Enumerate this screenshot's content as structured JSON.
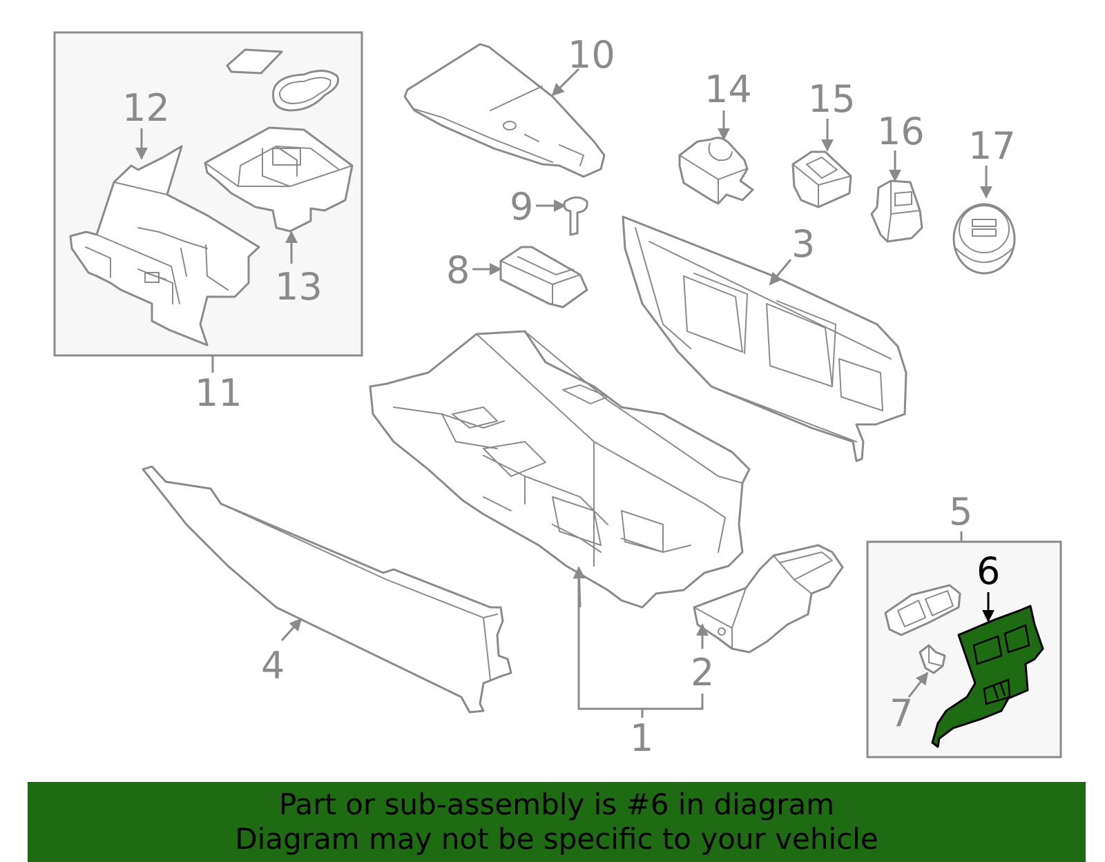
{
  "diagram": {
    "highlight_color": "#1e6b14",
    "line_color": "#8a8a8a",
    "callouts": {
      "c1": "1",
      "c2": "2",
      "c3": "3",
      "c4": "4",
      "c5": "5",
      "c6": "6",
      "c7": "7",
      "c8": "8",
      "c9": "9",
      "c10": "10",
      "c11": "11",
      "c12": "12",
      "c13": "13",
      "c14": "14",
      "c15": "15",
      "c16": "16",
      "c17": "17"
    },
    "highlighted_part": "6"
  },
  "banner": {
    "line1": "Part or sub-assembly is #6 in diagram",
    "line2": "Diagram may not be specific to your vehicle"
  }
}
